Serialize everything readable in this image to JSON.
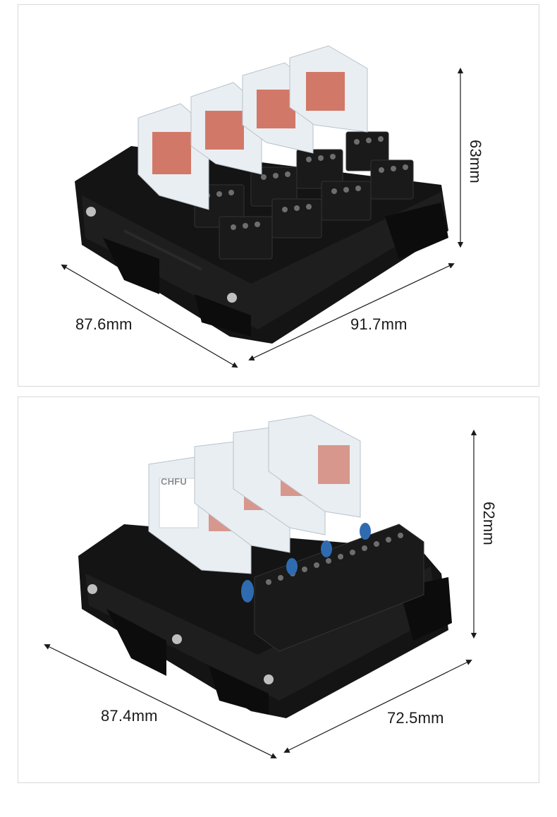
{
  "panel_top": {
    "dim_height": "63mm",
    "dim_depth": "87.6mm",
    "dim_width": "91.7mm",
    "relay_count": 4
  },
  "panel_bottom": {
    "dim_height": "62mm",
    "dim_depth": "87.4mm",
    "dim_width": "72.5mm",
    "relay_count": 4,
    "relay_brand": "CHFU"
  },
  "colors": {
    "housing": "#141414",
    "relay_shell": "#e9eef2",
    "relay_coil": "#c9503a",
    "varistor": "#2f6bb0",
    "dimension_line": "#1a1a1a"
  }
}
